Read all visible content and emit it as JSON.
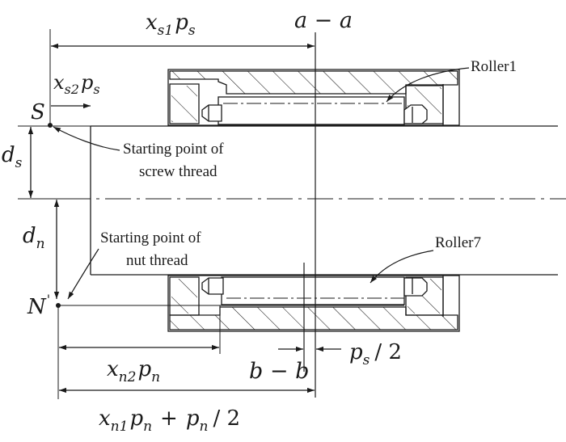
{
  "colors": {
    "ink": "#1a1a1a",
    "paper": "#ffffff"
  },
  "labels": {
    "roller_top": "Roller1",
    "roller_bottom": "Roller7",
    "screw_start_line1": "Starting point of",
    "screw_start_line2": "screw thread",
    "nut_start_line1": "Starting point of",
    "nut_start_line2": "nut thread",
    "section_a": "a − a",
    "section_b": "b − b",
    "point_s": "S",
    "point_n": "N",
    "point_n_prime": "'"
  },
  "dimensions": {
    "xs1": {
      "var": "x",
      "sub": "s1",
      "p": "p",
      "psub": "s"
    },
    "xs2": {
      "var": "x",
      "sub": "s2",
      "p": "p",
      "psub": "s"
    },
    "ds": {
      "var": "d",
      "sub": "s"
    },
    "dn": {
      "var": "d",
      "sub": "n"
    },
    "xn2": {
      "var": "x",
      "sub": "n2",
      "p": "p",
      "psub": "n"
    },
    "xn1": {
      "var": "x",
      "sub": "n1",
      "p": "p",
      "psub": "n",
      "tail_p": "p",
      "tail_psub": "n",
      "tail_op": "+",
      "tail_div": "/ 2"
    },
    "ps_half": {
      "p": "p",
      "psub": "s",
      "div": "/ 2"
    }
  }
}
